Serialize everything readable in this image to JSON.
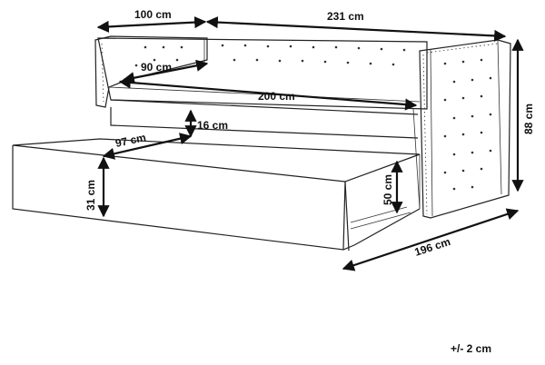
{
  "dimensions": {
    "arm_width": "100 cm",
    "total_length": "231 cm",
    "seat_depth": "90 cm",
    "mattress_length": "200 cm",
    "trundle_gap": "16 cm",
    "trundle_depth": "97 cm",
    "trundle_height": "31 cm",
    "seat_height": "50 cm",
    "total_height": "88 cm",
    "trundle_length": "196 cm"
  },
  "tolerance": "+/- 2 cm",
  "colors": {
    "line": "#111111",
    "background": "#ffffff"
  }
}
